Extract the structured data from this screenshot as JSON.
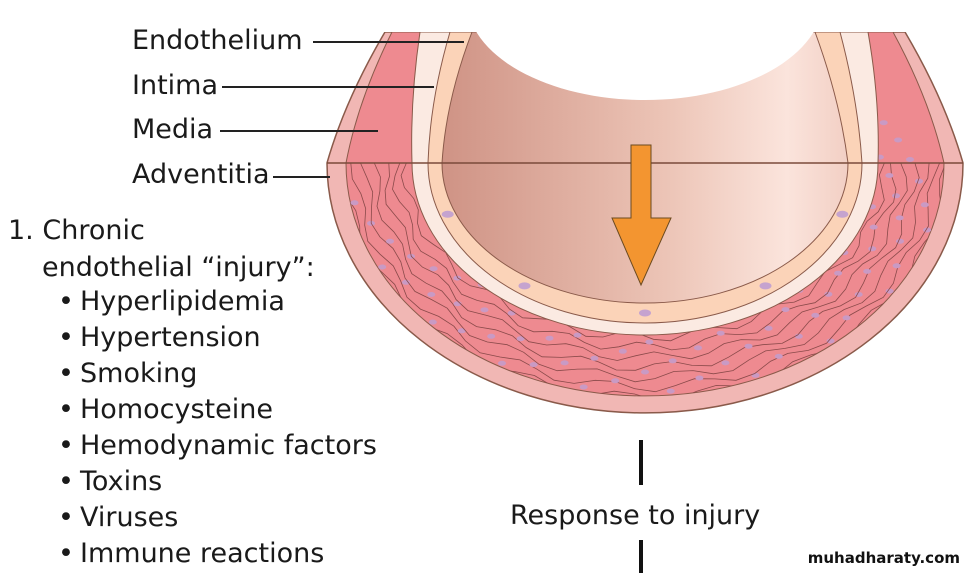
{
  "labels": {
    "endothelium": "Endothelium",
    "intima": "Intima",
    "media": "Media",
    "adventitia": "Adventitia"
  },
  "cause": {
    "number": "1.",
    "title_line1": "Chronic",
    "title_line2": "endothelial “injury”:",
    "bullet": "•",
    "items": [
      "Hyperlipidemia",
      "Hypertension",
      "Smoking",
      "Homocysteine",
      "Hemodynamic factors",
      "Toxins",
      "Viruses",
      "Immune reactions"
    ]
  },
  "response_label": "Response to injury",
  "watermark": "muhadharaty.com",
  "colors": {
    "arrow": "#f39530",
    "media": "#ee8a90",
    "adventitia": "#f1b7b4",
    "endothelium": "#fbd3b8",
    "intima": "#fbe9e0"
  },
  "icons": {
    "arrow": "down-arrow-icon"
  }
}
